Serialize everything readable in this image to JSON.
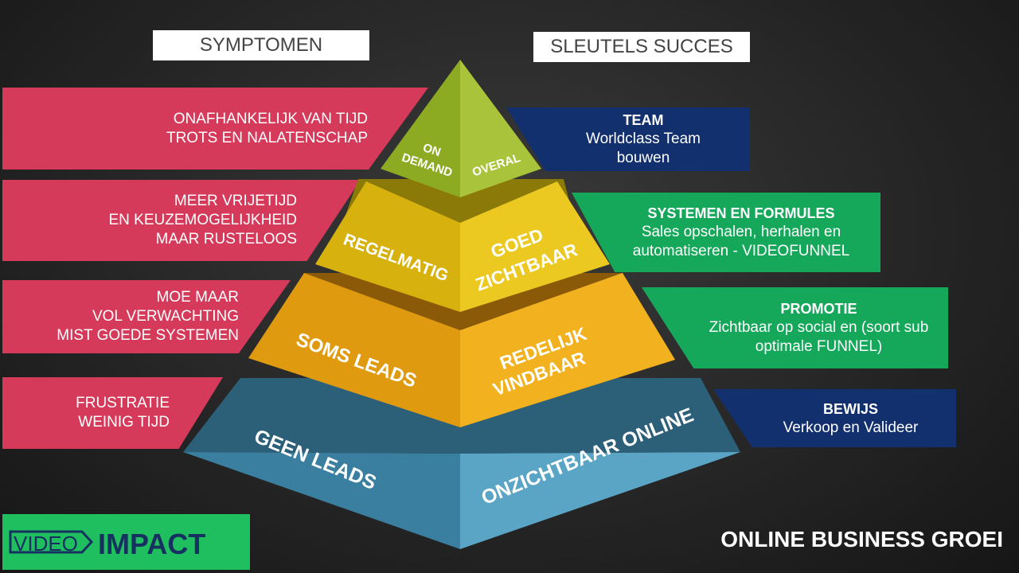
{
  "headers": {
    "left": "SYMPTOMEN",
    "right": "SLEUTELS SUCCES"
  },
  "symptoms": [
    {
      "lines": [
        "ONAFHANKELIJK VAN TIJD",
        "TROTS EN NALATENSCHAP"
      ]
    },
    {
      "lines": [
        "MEER VRIJETIJD",
        "EN KEUZEMOGELIJKHEID",
        "MAAR RUSTELOOS"
      ]
    },
    {
      "lines": [
        "MOE MAAR",
        "VOL VERWACHTING",
        "MIST GOEDE SYSTEMEN"
      ]
    },
    {
      "lines": [
        "FRUSTRATIE",
        "WEINIG TIJD"
      ]
    }
  ],
  "keys": [
    {
      "title": "TEAM",
      "lines": [
        "Worldclass Team",
        "bouwen"
      ],
      "color": "#13306e"
    },
    {
      "title": "SYSTEMEN EN FORMULES",
      "lines": [
        "Sales opschalen, herhalen en",
        "automatiseren - VIDEOFUNNEL"
      ],
      "color": "#16a85a"
    },
    {
      "title": "PROMOTIE",
      "lines": [
        "Zichtbaar op social en  (soort sub",
        "optimale FUNNEL)"
      ],
      "color": "#16a85a"
    },
    {
      "title": "BEWIJS",
      "lines": [
        "Verkoop en Valideer"
      ],
      "color": "#13306e"
    }
  ],
  "pyramid": {
    "level1": {
      "left": [
        "ON",
        "DEMAND"
      ],
      "right": "OVERAL",
      "color_left": "#8dab22",
      "color_right": "#a9c33a"
    },
    "level2": {
      "left": "REGELMATIG",
      "right": [
        "GOED",
        "ZICHTBAAR"
      ],
      "color_left": "#d7b10e",
      "color_right": "#ecc921"
    },
    "level3": {
      "left": "SOMS LEADS",
      "right": [
        "REDELIJK",
        "VINDBAAR"
      ],
      "color_left": "#e09a10",
      "color_right": "#f2b21f"
    },
    "level4": {
      "left": "GEEN LEADS",
      "right": "ONZICHTBAAR ONLINE",
      "color_left": "#3a7fa0",
      "color_right": "#5aa4c5"
    }
  },
  "colors": {
    "symptom_band": "#d63a5a",
    "logo_bg": "#1fbf5f",
    "logo_dark": "#16305f"
  },
  "logo": {
    "part1": "VIDEO",
    "part2": "IMPACT"
  },
  "brand": "ONLINE BUSINESS GROEI"
}
